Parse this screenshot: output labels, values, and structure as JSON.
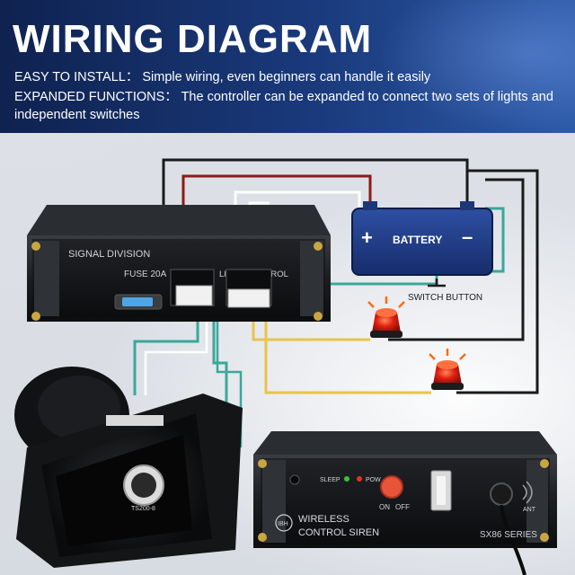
{
  "header": {
    "title": "WIRING DIAGRAM",
    "line1": "EASY TO INSTALL： Simple wiring, even beginners can handle it easily",
    "line2": "EXPANDED FUNCTIONS： The controller can be expanded to connect two sets of lights and independent switches"
  },
  "amplifier": {
    "label": "SIGNAL DIVISION",
    "fuse_label": "FUSE 20A",
    "control_label": "LIGHT CONTROL"
  },
  "battery": {
    "label": "BATTERY",
    "plus": "+",
    "minus": "–"
  },
  "switch_label": "SWITCH BUTTON",
  "controller": {
    "sleep_label": "SLEEP",
    "pow_label": "POW",
    "on_label": "ON",
    "off_label": "OFF",
    "brand_mark": "IBH",
    "name_line1": "WIRELESS",
    "name_line2": "CONTROL SIREN",
    "series": "SX86 SERIES",
    "ant_label": "ANT"
  },
  "speaker": {
    "plate_model": "TS200-8"
  },
  "colors": {
    "banner_dark": "#0f2250",
    "battery_blue": "#1e3a8a",
    "wire_black": "#1a1a1a",
    "wire_red": "#8b1a1a",
    "wire_white": "#ffffff",
    "wire_yellow": "#e8c44a",
    "wire_teal": "#3aa89a",
    "beacon_red": "#e02010"
  }
}
